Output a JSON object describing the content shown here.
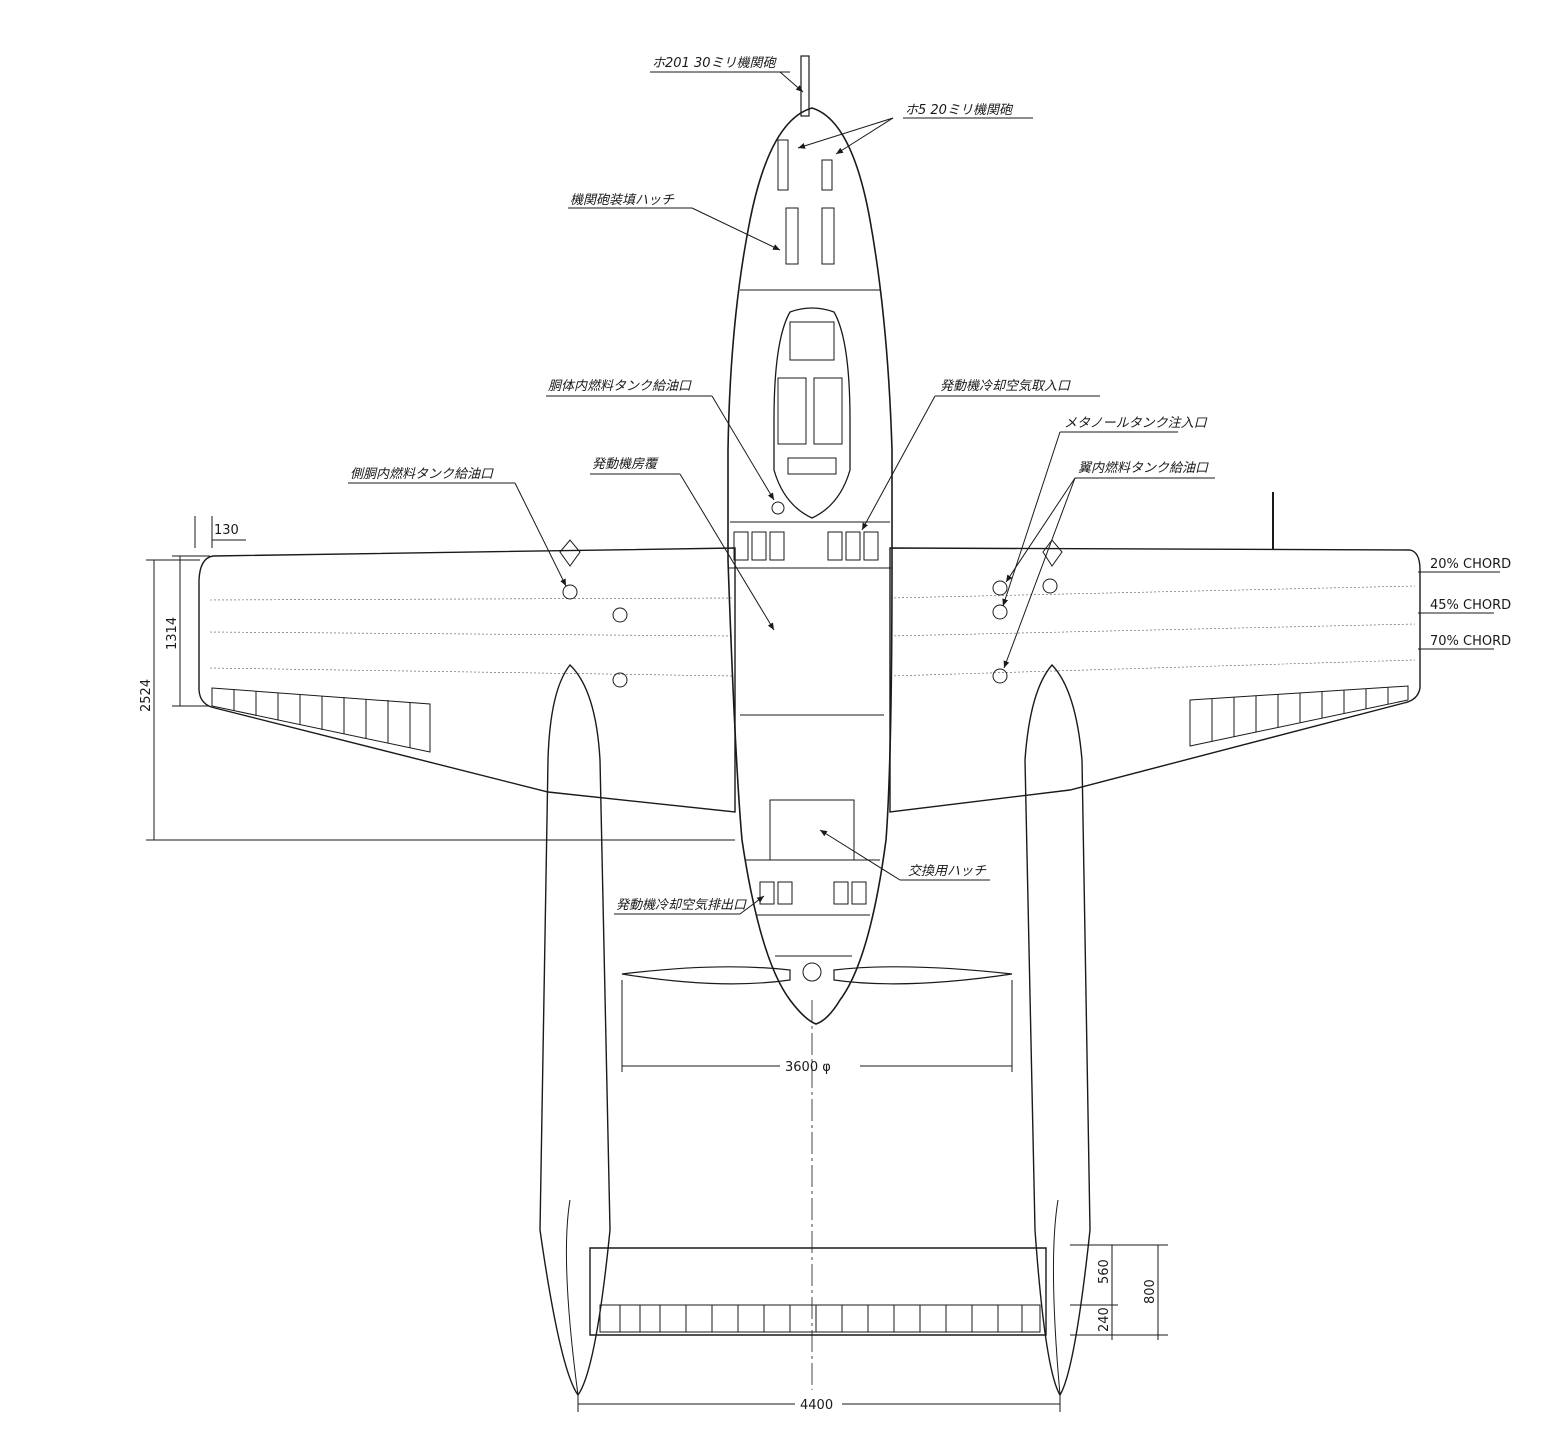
{
  "drawing": {
    "callouts": {
      "gun_30mm": "ホ201 30ミリ機関砲",
      "gun_20mm": "ホ5 20ミリ機関砲",
      "gun_hatch": "機関砲装填ハッチ",
      "fuselage_tank_filler": "胴体内燃料タンク給油口",
      "engine_intake": "発動機冷却空気取入口",
      "engine_cowl": "発動機房覆",
      "boom_tank_filler": "側胴内燃料タンク給油口",
      "methanol_filler": "メタノールタンク注入口",
      "wing_tank_filler": "翼内燃料タンク給油口",
      "exchange_hatch": "交換用ハッチ",
      "engine_outlet": "発動機冷却空気排出口"
    },
    "chord_labels": {
      "c20": "20% CHORD",
      "c45": "45% CHORD",
      "c70": "70% CHORD"
    },
    "dimensions": {
      "d130": "130",
      "d1314": "1314",
      "d2524": "2524",
      "d3600": "3600 φ",
      "d560": "560",
      "d240": "240",
      "d800": "800",
      "d4400": "4400"
    }
  }
}
